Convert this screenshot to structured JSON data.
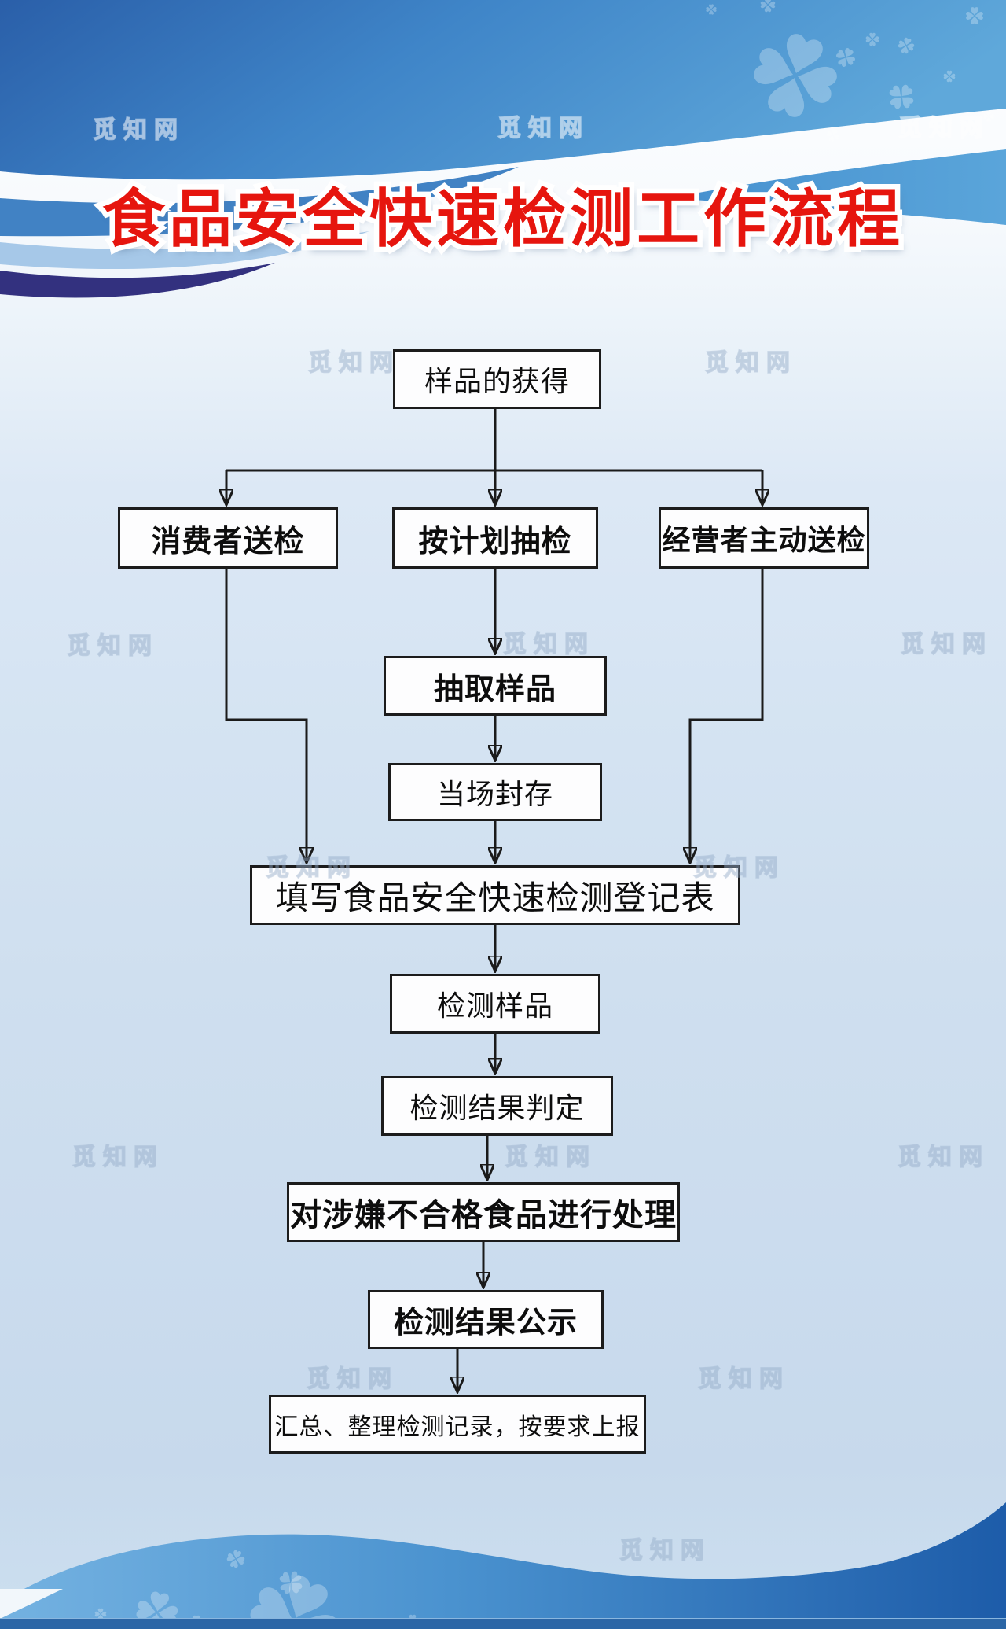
{
  "poster": {
    "title": "食品安全快速检测工作流程",
    "watermark_text": "觅知网"
  },
  "flow": {
    "start": "样品的获得",
    "branch_consumer": "消费者送检",
    "branch_planned": "按计划抽检",
    "branch_operator": "经营者主动送检",
    "step_draw_sample": "抽取样品",
    "step_seal_on_site": "当场封存",
    "step_fill_register": "填写食品安全快速检测登记表",
    "step_test_sample": "检测样品",
    "step_judge_result": "检测结果判定",
    "step_handle_unqualified": "对涉嫌不合格食品进行处理",
    "step_publish_result": "检测结果公示",
    "step_summarize_report": "汇总、整理检测记录，按要求上报"
  },
  "colors": {
    "title_red": "#e6150e",
    "header_blue_dark": "#2a5fa9",
    "header_blue_light": "#5fa8da",
    "stripe_medium_blue": "#4182c4",
    "stripe_light_blue": "#a6c8e8",
    "stripe_indigo": "#33317f",
    "right_wedge_blue": "#4e98d3",
    "footer_blue_light": "#74b2e1",
    "footer_blue_dark": "#1d5ca9",
    "footer_bottom_strip": "#2b66a6",
    "box_border": "#1c1c1c",
    "box_background": "#fdfdfe",
    "box_text": "#0d0d0d"
  }
}
